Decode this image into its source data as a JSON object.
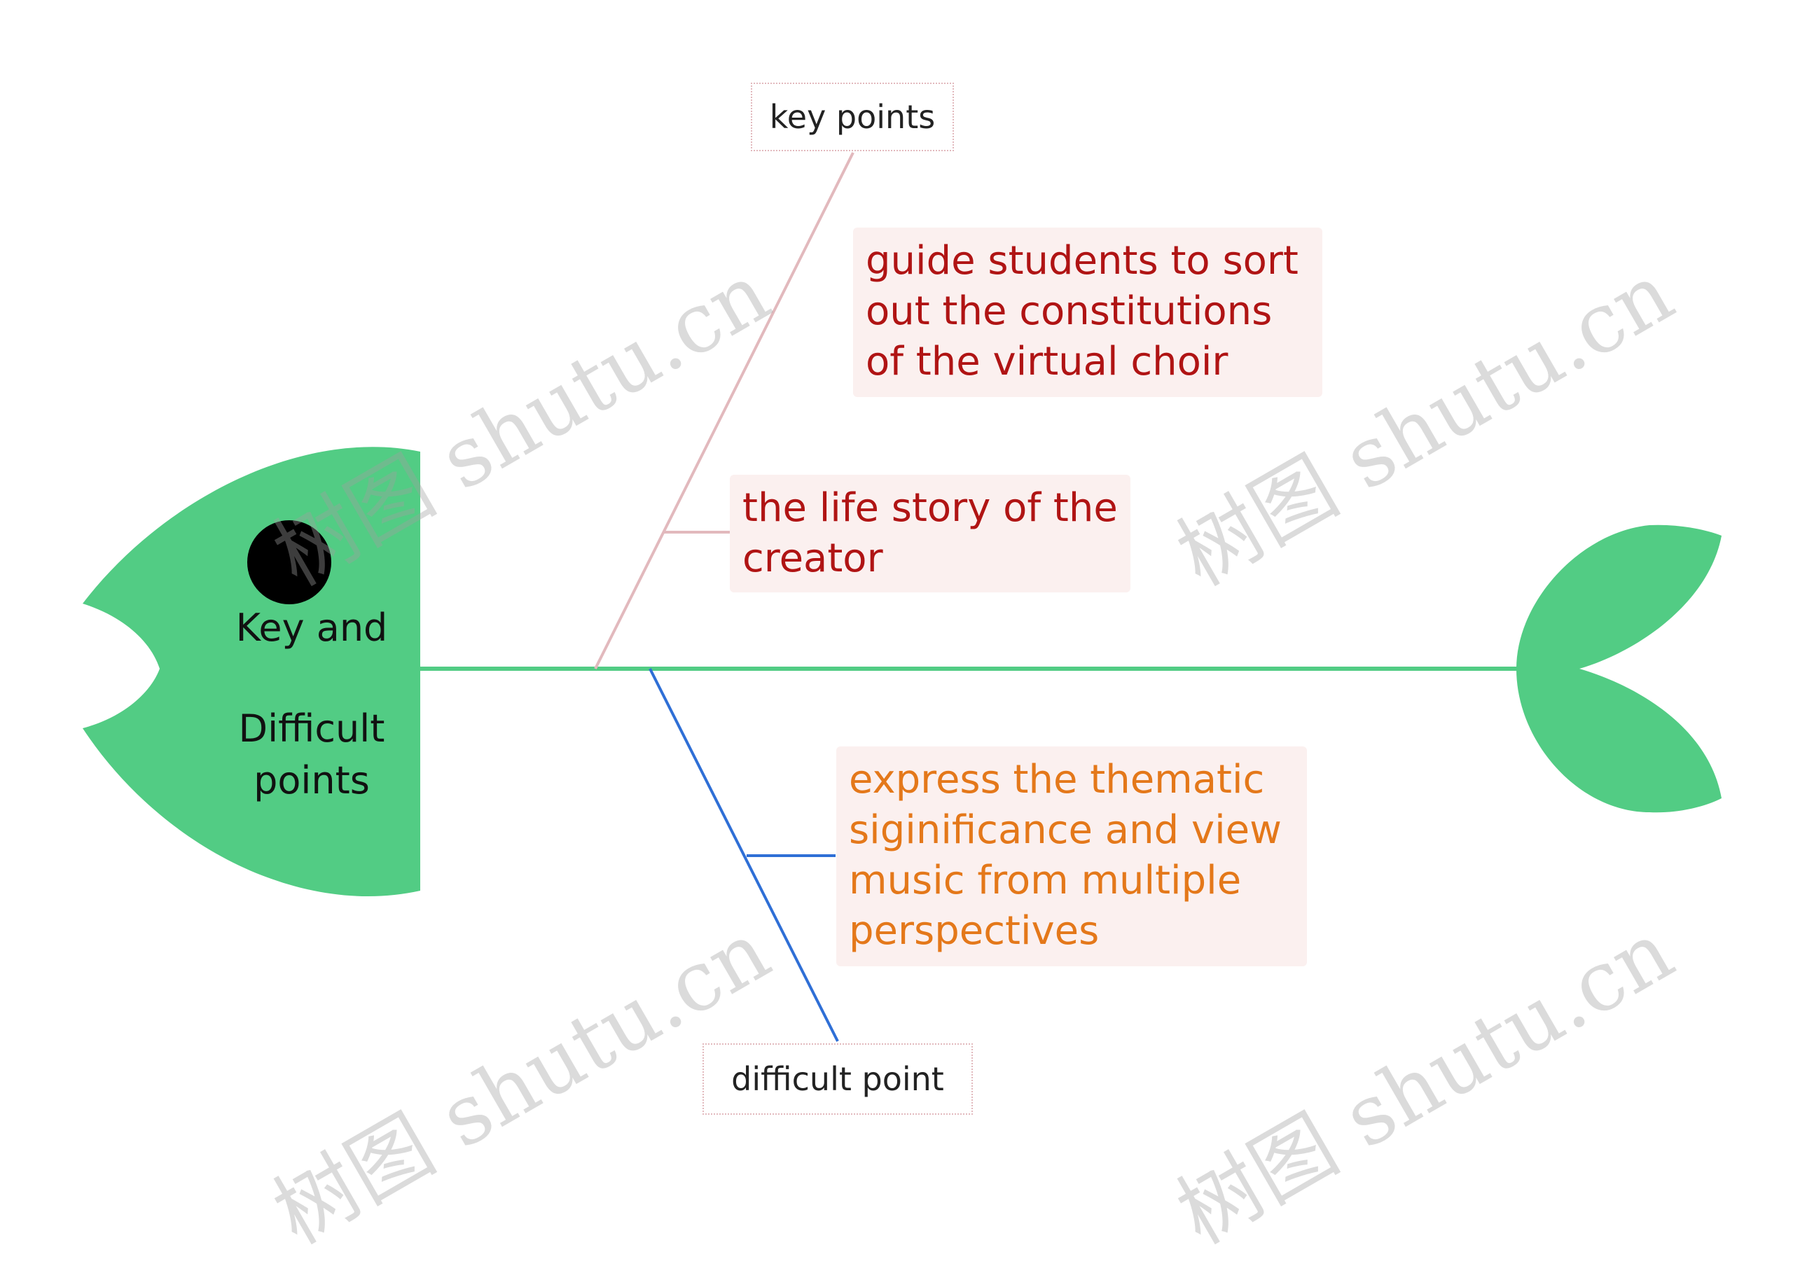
{
  "head": {
    "title_line1": "Key and",
    "title_line2": "Difficult",
    "title_line3": "points"
  },
  "upper_branch": {
    "label": "key points",
    "items": [
      "guide students to sort out the constitutions of the virtual choir",
      "the life story of the creator"
    ]
  },
  "lower_branch": {
    "label": "difficult point",
    "items": [
      "express the thematic siginificance and view music from multiple perspectives"
    ]
  },
  "watermark": "树图 shutu.cn",
  "colors": {
    "fish_green": "#52cc84",
    "eye": "#000000",
    "upper_line": "#e2b9bd",
    "lower_line": "#2f6fd6",
    "upper_text": "#b01414",
    "lower_text": "#e4781a",
    "item_bg": "#fbf0ef"
  }
}
